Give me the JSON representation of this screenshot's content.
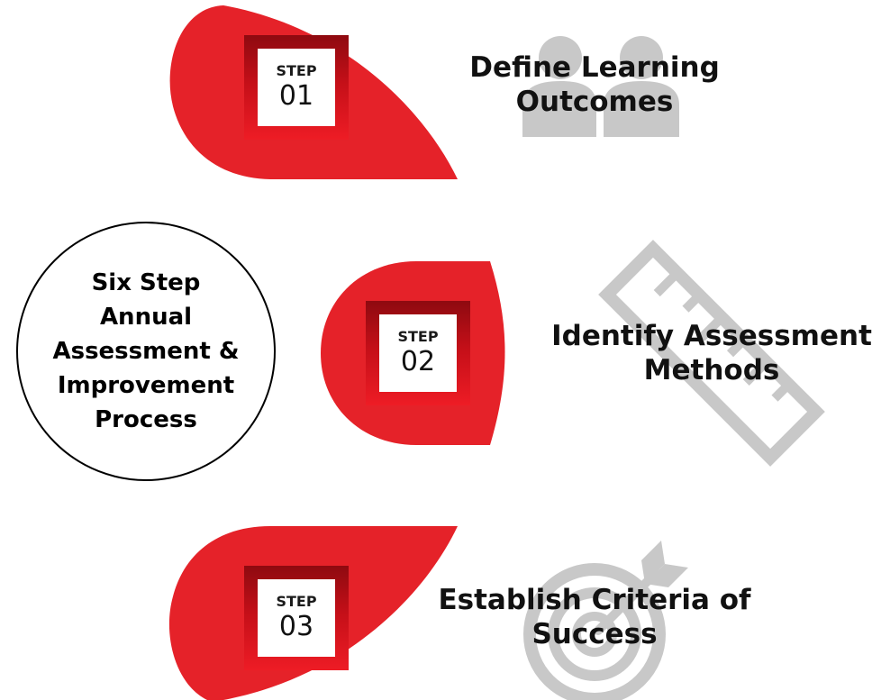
{
  "center": {
    "title_lines": [
      "Six Step",
      "Annual",
      "Assessment &",
      "Improvement",
      "Process"
    ]
  },
  "steps": [
    {
      "label": "STEP",
      "number": "01",
      "title_lines": [
        "Define Learning",
        "Outcomes"
      ],
      "icon": "users-icon"
    },
    {
      "label": "STEP",
      "number": "02",
      "title_lines": [
        "Identify Assessment",
        "Methods"
      ],
      "icon": "ruler-icon"
    },
    {
      "label": "STEP",
      "number": "03",
      "title_lines": [
        "Establish Criteria of",
        "Success"
      ],
      "icon": "target-icon"
    }
  ],
  "colors": {
    "accent_red": "#e52229",
    "badge_dark_red": "#8e0a10",
    "icon_gray": "#c8c8c8",
    "text": "#111111"
  }
}
